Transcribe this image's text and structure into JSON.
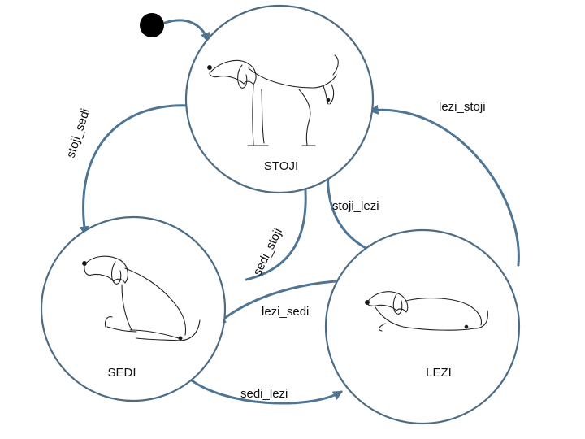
{
  "states": {
    "stoji": {
      "label": "STOJI",
      "icon": "standing-dog-icon"
    },
    "sedi": {
      "label": "SEDI",
      "icon": "sitting-dog-icon"
    },
    "lezi": {
      "label": "LEZI",
      "icon": "lying-dog-icon"
    }
  },
  "transitions": {
    "lezi_stoji": "lezi_stoji",
    "stoji_sedi": "stoji_sedi",
    "stoji_lezi": "stoji_lezi",
    "sedi_stoji": "sedi_stoji",
    "lezi_sedi": "lezi_sedi",
    "sedi_lezi": "sedi_lezi"
  },
  "colors": {
    "circle_stroke": "#4d6c84",
    "arrow": "#4f7595",
    "initial_node": "#000000"
  }
}
